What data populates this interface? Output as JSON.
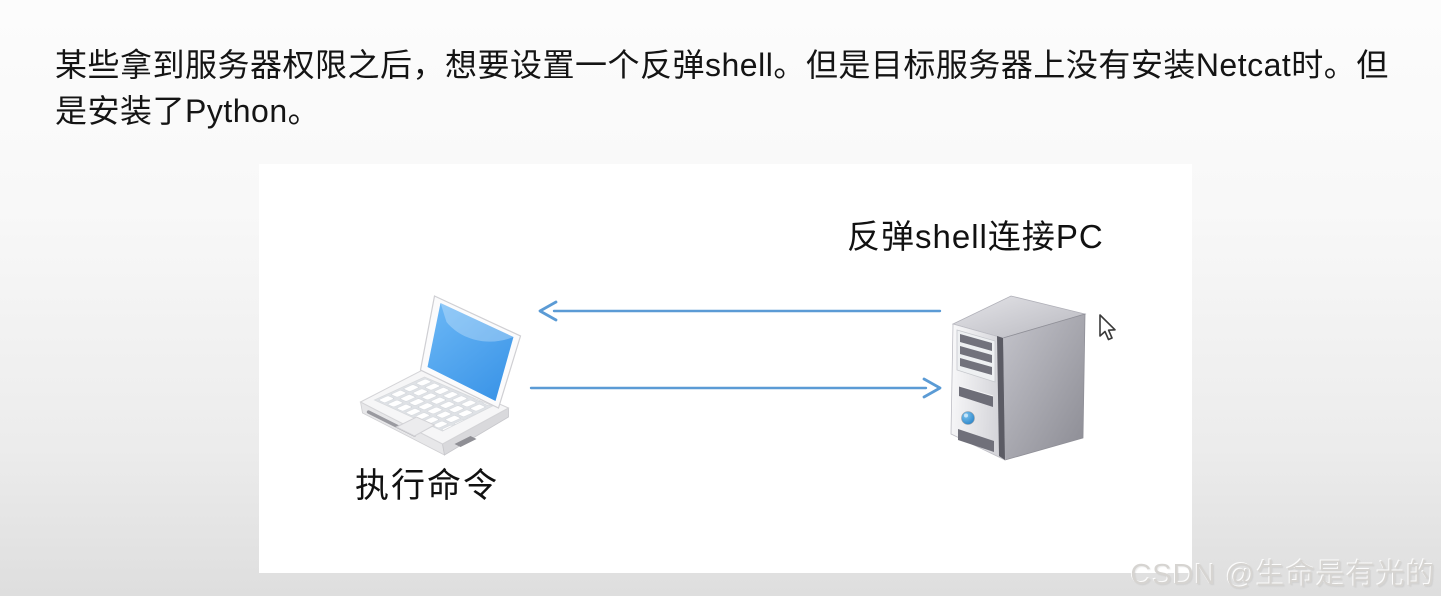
{
  "heading": {
    "line1": "某些拿到服务器权限之后，想要设置一个反弹shell。但是目标服务器上没有安装Netcat时。但",
    "line2": "是安装了Python。"
  },
  "diagram": {
    "pc_label": "反弹shell连接PC",
    "laptop_label": "执行命令",
    "nodes": [
      {
        "id": "laptop",
        "icon": "laptop-icon",
        "label": "执行命令"
      },
      {
        "id": "pc-tower",
        "icon": "server-tower-icon",
        "label": "反弹shell连接PC"
      }
    ],
    "arrows": [
      {
        "from": "pc-tower",
        "to": "laptop",
        "direction": "left"
      },
      {
        "from": "laptop",
        "to": "pc-tower",
        "direction": "right"
      }
    ]
  },
  "watermark": {
    "text": "CSDN @生命是有光的",
    "color": "#d6d4d1"
  },
  "colors": {
    "arrow": "#5b9bd5",
    "laptop_screen": "#4aa3ee",
    "panel_background": "#ffffff",
    "text": "#141414"
  }
}
